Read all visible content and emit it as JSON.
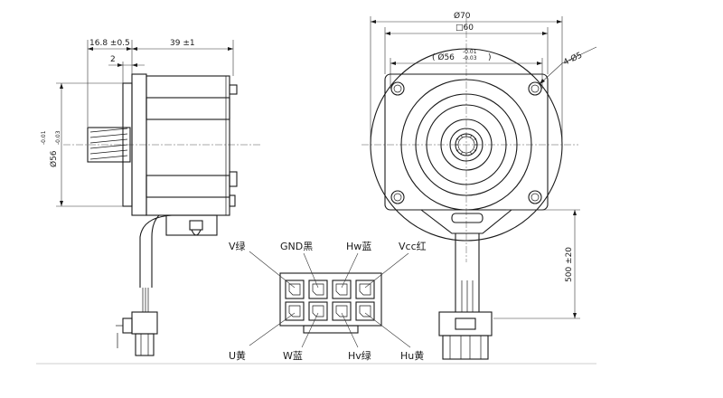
{
  "side_view": {
    "dim_top_left": "16.8 ±0.5",
    "dim_top_right": "39 ±1",
    "dim_small": "2",
    "dim_diameter": "Ø56",
    "tol_upper": "-0.01",
    "tol_lower": "-0.03"
  },
  "front_view": {
    "dim_outer": "Ø70",
    "dim_square": "□60",
    "dim_pilot": "( Ø56",
    "dim_pilot_close": ")",
    "tol_upper": "-0.01",
    "tol_lower": "-0.03",
    "dim_holes": "4-Ø5",
    "dim_cable": "500 ±20"
  },
  "connector": {
    "labels_top": [
      "V绿",
      "GND黑",
      "Hw蓝",
      "Vcc红"
    ],
    "labels_bottom": [
      "U黄",
      "W蓝",
      "Hv绿",
      "Hu黄"
    ]
  }
}
